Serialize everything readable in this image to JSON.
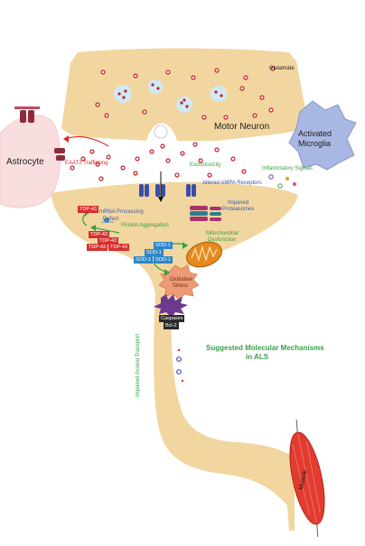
{
  "colors": {
    "cell": "#f2d6a0",
    "cell_edge": "#e6c184",
    "green": "#3aa045",
    "blue": "#3b5aa6",
    "red": "#d92b2b",
    "glutamate": "#c4202a",
    "tdp": "#d6302f",
    "sod": "#2f86c9",
    "caspase": "#2b2b2b",
    "microglia": "#a9b7e3",
    "astrocyte": "#f8dede",
    "muscle": "#e23b2f"
  },
  "labels": {
    "glutamate": "Glutamate",
    "motor_neuron": "Motor Neuron",
    "activated": "Activated",
    "microglia": "Microglia",
    "astrocyte": "Astrocyte",
    "eaat2": "EAAT2 Trafficking",
    "excitotoxicity": "Excitotoxicity",
    "inflammatory": "Inflammatory Signals",
    "ampa": "Altered AMPA Receptors",
    "impaired": "Impaired",
    "proteasomes": "Proteasomes",
    "mrna1": "mRNA Processing",
    "mrna2": "Defect",
    "aggregation": "Protein Aggregation",
    "mito1": "Mitochondrial",
    "mito2": "Dysfunction",
    "oxid1": "Oxidative",
    "oxid2": "Stress",
    "caspases": "Caspases",
    "bcl2": "Bcl-2",
    "axonal": "Impaired Axonal Transport",
    "title1": "Suggested Molecular Mechanisms",
    "title2": "in ALS",
    "muscle": "Muscle"
  },
  "protein_boxes": {
    "tdp43": "TDP-43",
    "sod1": "SOD-1"
  },
  "icons": [
    "glutamate-dot",
    "eaat2-transporter",
    "ampa-receptor",
    "proteasome",
    "mitochondrion",
    "oxidative-stress-burst",
    "microglia-cell",
    "muscle-fiber"
  ]
}
